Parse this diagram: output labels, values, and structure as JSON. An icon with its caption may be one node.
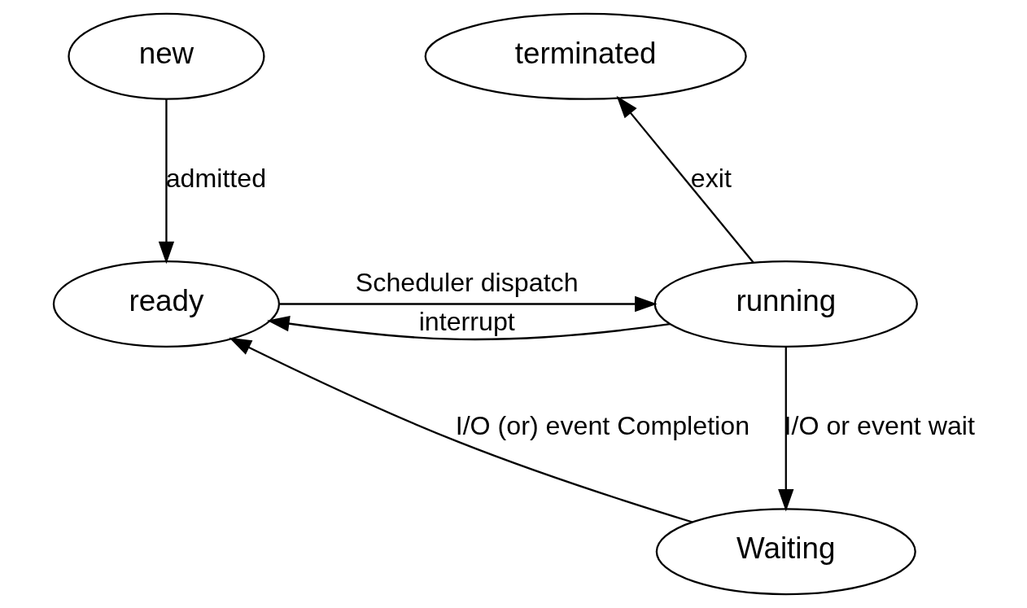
{
  "diagram": {
    "nodes": [
      {
        "text": [
          "new"
        ]
      },
      {
        "text": [
          "terminated"
        ]
      },
      {
        "text": [
          "ready"
        ]
      },
      {
        "text": [
          "running"
        ]
      },
      {
        "text": [
          "Waiting"
        ]
      }
    ],
    "edges": [
      {
        "from": 0,
        "to": 2,
        "arrow": "to",
        "label": "admitted"
      },
      {
        "from": 3,
        "to": 2,
        "arrow": "to",
        "label": "interrupt"
      },
      {
        "from": 3,
        "to": 1,
        "arrow": "to",
        "label": "exit"
      },
      {
        "from": 2,
        "to": 3,
        "arrow": "to",
        "label": "Scheduler dispatch"
      },
      {
        "from": 3,
        "to": 4,
        "arrow": "to",
        "label": "I/O or event wait"
      },
      {
        "from": 4,
        "to": 2,
        "arrow": "to",
        "label": "I/O (or) event Completion"
      }
    ]
  }
}
